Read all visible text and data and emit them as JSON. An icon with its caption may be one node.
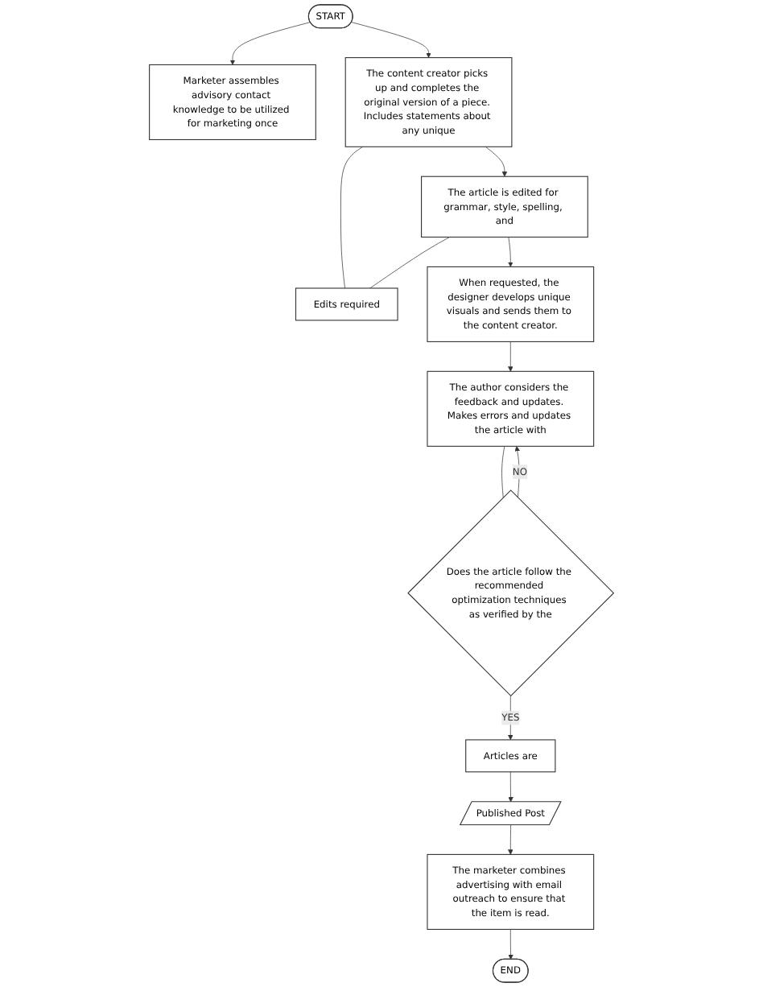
{
  "diagram": {
    "nodes": [
      {
        "text": [
          "START"
        ]
      },
      {
        "text": [
          "Marketer assembles advisory contact knowledge to be utilized for marketing once"
        ]
      },
      {
        "text": [
          "The content creator picks up and completes the original version of a piece. Includes statements about any unique"
        ]
      },
      {
        "text": [
          "Edits required"
        ]
      },
      {
        "text": [
          "The article is edited for grammar, style, spelling, and"
        ]
      },
      {
        "text": [
          "When requested, the designer develops unique visuals and sends them to the content creator."
        ]
      },
      {
        "text": [
          "The author considers the feedback and updates. Makes errors and updates the article with"
        ]
      },
      {
        "text": [
          "Does the article follow the recommended optimization techniques as verified by the"
        ]
      },
      {
        "text": [
          "Articles are"
        ]
      },
      {
        "text": [
          "Published Post"
        ]
      },
      {
        "text": [
          "The marketer combines advertising with email outreach to ensure that the item is read."
        ]
      },
      {
        "text": [
          "END"
        ]
      }
    ],
    "edges": [
      {
        "from": 0,
        "to": 1,
        "arrow": "to"
      },
      {
        "from": 0,
        "to": 2,
        "arrow": "to"
      },
      {
        "from": 2,
        "to": 4,
        "arrow": "to"
      },
      {
        "from": 2,
        "to": 3,
        "arrow": "none"
      },
      {
        "from": 4,
        "to": 3,
        "arrow": "none"
      },
      {
        "from": 4,
        "to": 5,
        "arrow": "to"
      },
      {
        "from": 5,
        "to": 6,
        "arrow": "to"
      },
      {
        "from": 6,
        "to": 7,
        "arrow": "none"
      },
      {
        "from": 7,
        "to": 6,
        "label": "NO",
        "arrow": "to"
      },
      {
        "from": 7,
        "to": 8,
        "label": "YES",
        "arrow": "to"
      },
      {
        "from": 8,
        "to": 9,
        "arrow": "to"
      },
      {
        "from": 9,
        "to": 10,
        "arrow": "to"
      },
      {
        "from": 10,
        "to": 11,
        "arrow": "to"
      }
    ]
  }
}
